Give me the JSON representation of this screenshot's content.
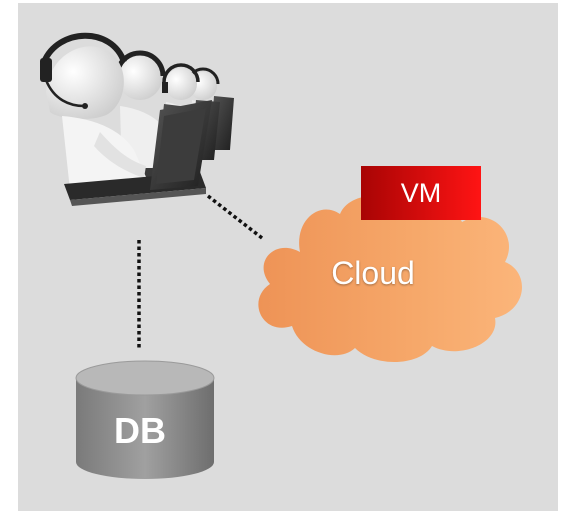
{
  "nodes": {
    "cloud": {
      "label": "Cloud"
    },
    "vm": {
      "label": "VM"
    },
    "db": {
      "label": "DB"
    },
    "agents": {
      "icon": "call-center-agents-icon"
    }
  },
  "edges": [
    {
      "from": "agents",
      "to": "cloud",
      "style": "dotted"
    },
    {
      "from": "agents",
      "to": "db",
      "style": "dotted"
    }
  ],
  "colors": {
    "background": "#dcdcdc",
    "cloud": "#f4a468",
    "vm": "#d01010",
    "db": "#8a8a8a",
    "connector": "#111111"
  }
}
